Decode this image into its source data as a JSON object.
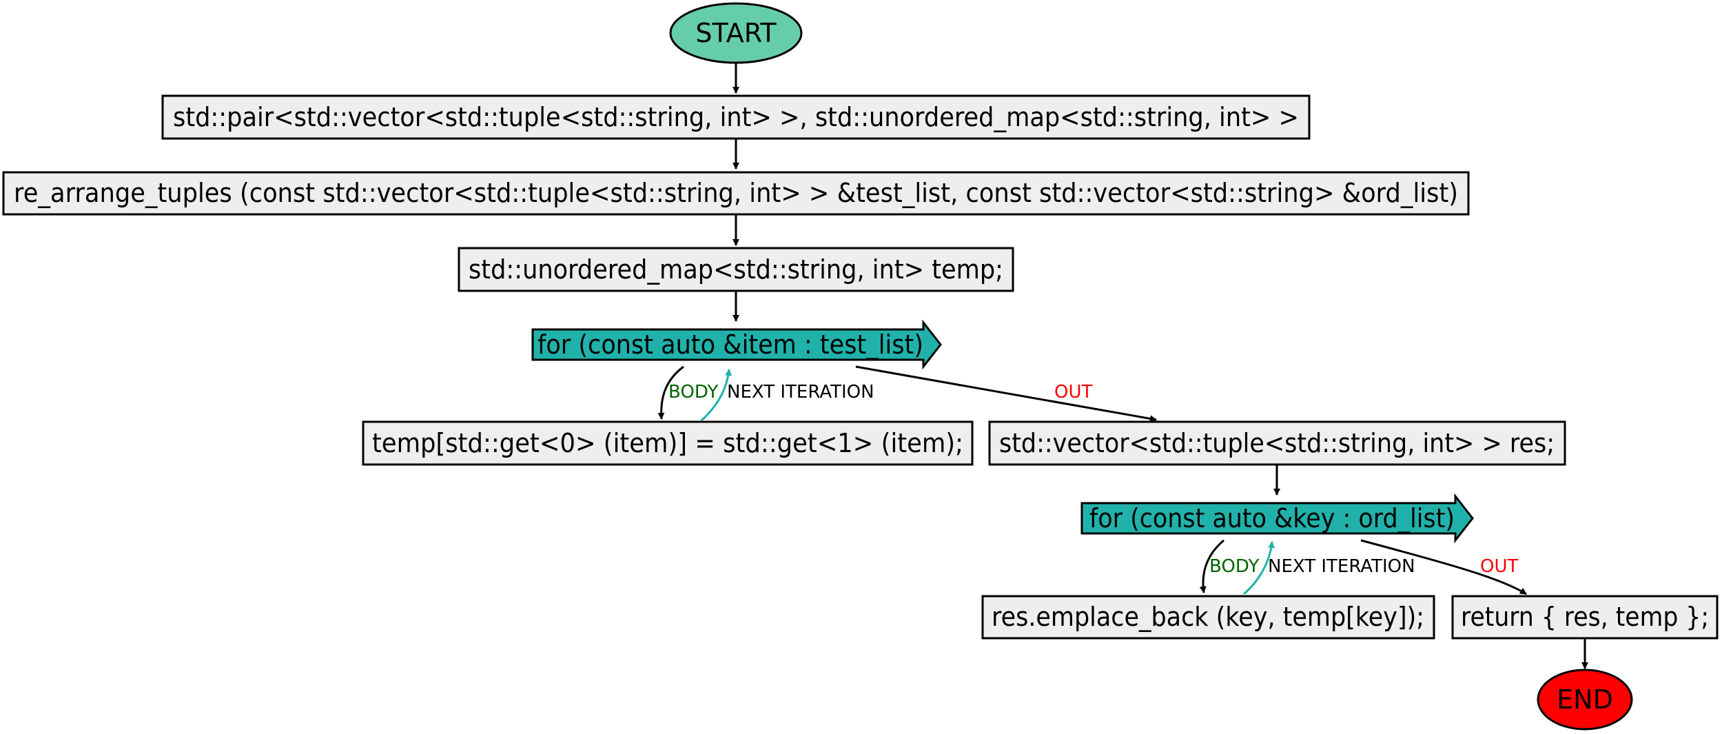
{
  "colors": {
    "start_fill": "#66CDAA",
    "end_fill": "#FF0000",
    "box_fill": "#EEEEEE",
    "loop_fill": "#20B2AA",
    "body_label": "#006400",
    "out_label": "#FF0000",
    "iteration_edge": "#20B2AA",
    "edge": "#000000"
  },
  "nodes": {
    "start": "START",
    "return_type": "std::pair<std::vector<std::tuple<std::string, int> >, std::unordered_map<std::string, int> >",
    "signature": "re_arrange_tuples (const std::vector<std::tuple<std::string, int> > &test_list, const std::vector<std::string> &ord_list)",
    "decl_temp": "std::unordered_map<std::string, int> temp;",
    "loop1": "for (const auto &item : test_list)",
    "loop1_body": "temp[std::get<0> (item)] = std::get<1> (item);",
    "decl_res": "std::vector<std::tuple<std::string, int> > res;",
    "loop2": "for (const auto &key : ord_list)",
    "loop2_body": "res.emplace_back (key, temp[key]);",
    "return_stmt": "return { res, temp };",
    "end": "END"
  },
  "edge_labels": {
    "body": "BODY",
    "next_iteration": "NEXT ITERATION",
    "out": "OUT"
  }
}
